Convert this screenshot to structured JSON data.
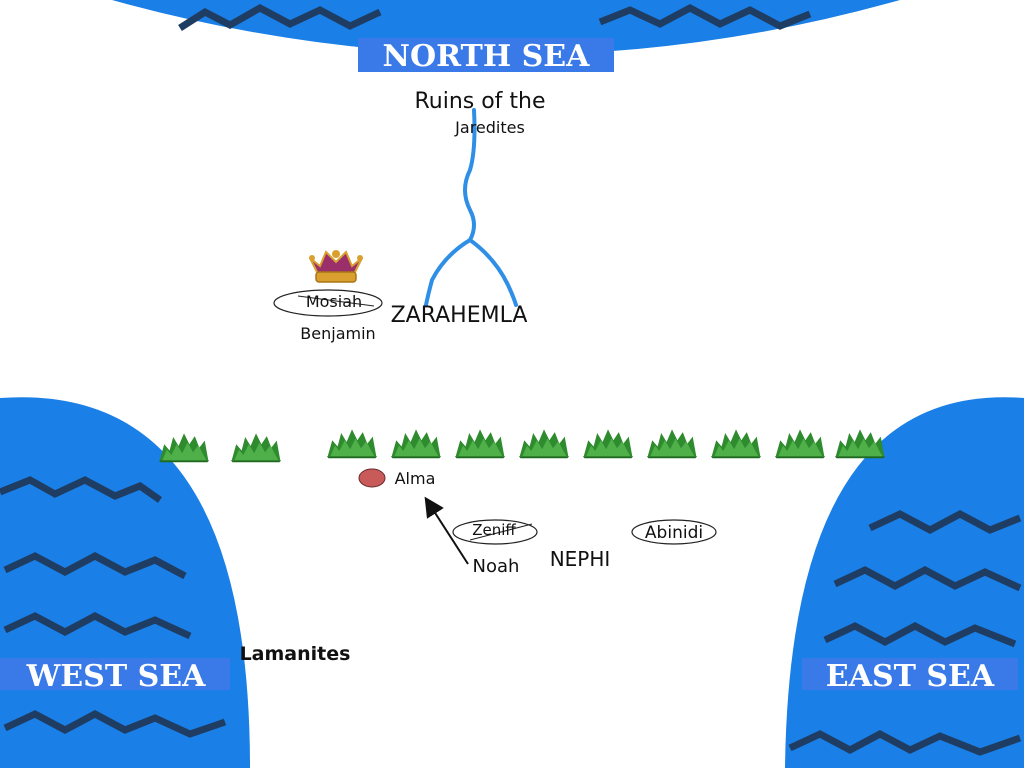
{
  "seas": {
    "north": "NORTH SEA",
    "west": "WEST SEA",
    "east": "EAST SEA"
  },
  "places": {
    "ruins_line1": "Ruins of the",
    "ruins_line2": "Jaredites",
    "zarahemla": "ZARAHEMLA",
    "nephi": "NEPHI",
    "lamanites": "Lamanites"
  },
  "people": {
    "mosiah": "Mosiah",
    "benjamin": "Benjamin",
    "alma": "Alma",
    "zeniff": "Zeniff",
    "noah": "Noah",
    "abinidi": "Abinidi"
  },
  "colors": {
    "sea": "#1a7fe6",
    "sea_label_bg": "#3a7ae8",
    "wave": "#1f3d63",
    "river": "#2f8fe6",
    "forest": "#2e8b2e",
    "alma_dot": "#c85a5a",
    "crown_gold": "#d9a030",
    "crown_purple": "#9a2f6a"
  },
  "icons": {
    "crown": "crown-icon",
    "alma_marker": "location-dot-icon",
    "tree": "tree-icon"
  }
}
